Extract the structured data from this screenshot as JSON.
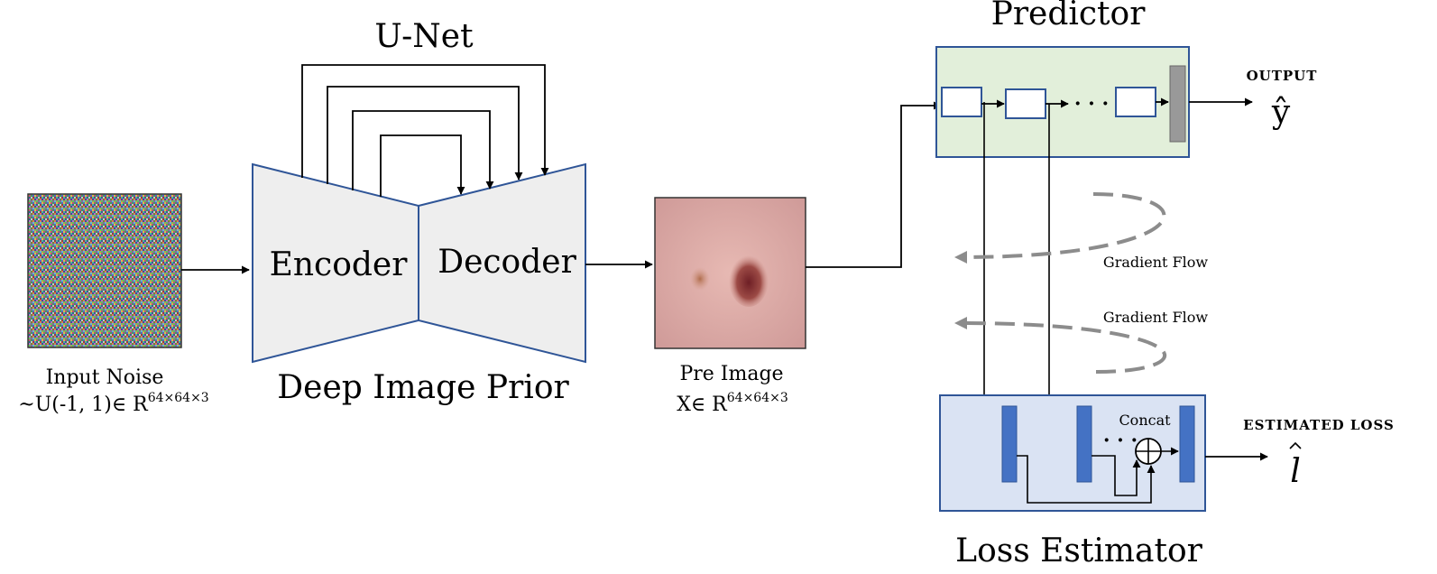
{
  "unet": {
    "title": "U-Net"
  },
  "dip": {
    "encoder_label": "Encoder",
    "decoder_label": "Decoder",
    "caption": "Deep Image Prior"
  },
  "input_noise": {
    "label": "Input Noise",
    "distribution": "~U(-1, 1)∈ R",
    "dims": "64×64×3"
  },
  "pre_image": {
    "label": "Pre Image",
    "formula": "X∈ R",
    "dims": "64×64×3"
  },
  "predictor": {
    "title": "Predictor",
    "dots": "· · ·",
    "output_caption": "OUTPUT",
    "output_symbol": "ŷ"
  },
  "gradient": {
    "label_top": "Gradient Flow",
    "label_bottom": "Gradient Flow"
  },
  "loss_estimator": {
    "title": "Loss Estimator",
    "concat_label": "Concat",
    "dots": "· · ·",
    "output_caption": "ESTIMATED LOSS",
    "output_symbol": "l"
  },
  "colors": {
    "border_blue": "#2f5597",
    "block_gray": "#eeeeee",
    "predictor_fill": "#e2efda",
    "loss_fill": "#dae3f3",
    "bar_blue": "#4472c4",
    "gray_bar": "#999999",
    "dash_gray": "#8c8c8c",
    "skin": "#d9a3a0"
  }
}
